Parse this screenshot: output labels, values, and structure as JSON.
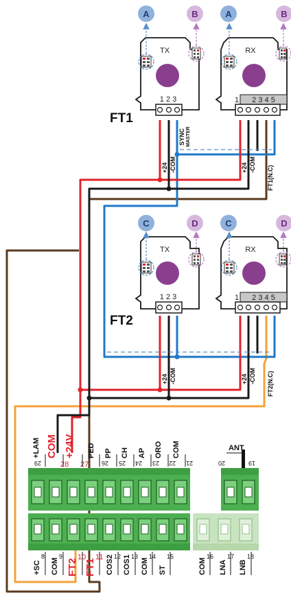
{
  "photocells": {
    "ft1": {
      "name": "FT1",
      "tx": {
        "label": "TX",
        "terminals": "1 2 3",
        "jumper_left": "A",
        "jumper_right": "B"
      },
      "rx": {
        "label": "RX",
        "terminals_lead": "1",
        "terminals_rest": "2 3 4 5",
        "jumper_left": "A",
        "jumper_right": "B"
      },
      "sync_label": "SYNC",
      "master_label": "MASTER",
      "tx_wire_labels": [
        "+24",
        "-COM"
      ],
      "rx_wire_labels": [
        "+24",
        "-COM",
        "FT1(N.C)"
      ]
    },
    "ft2": {
      "name": "FT2",
      "tx": {
        "label": "TX",
        "terminals": "1 2 3",
        "jumper_left": "C",
        "jumper_right": "D"
      },
      "rx": {
        "label": "RX",
        "terminals_lead": "1",
        "terminals_rest": "2 3 4 5",
        "jumper_left": "C",
        "jumper_right": "D"
      },
      "tx_wire_labels": [
        "+24",
        "-COM"
      ],
      "rx_wire_labels": [
        "+24",
        "-COM",
        "FT2(N.C)"
      ]
    }
  },
  "board": {
    "top_terminals": [
      {
        "name": "+LAM",
        "number": "29"
      },
      {
        "name": "COM",
        "number": "28"
      },
      {
        "name": "+24V",
        "number": "27"
      },
      {
        "name": "PED",
        "number": "26"
      },
      {
        "name": "PP",
        "number": "25"
      },
      {
        "name": "CH",
        "number": "24"
      },
      {
        "name": "AP",
        "number": "23"
      },
      {
        "name": "ORO",
        "number": "22"
      },
      {
        "name": "COM",
        "number": "21"
      }
    ],
    "ant": {
      "label": "ANT",
      "numbers": [
        "20",
        "19"
      ]
    },
    "bottom_terminals": [
      {
        "name": "+SC",
        "number": "8"
      },
      {
        "name": "COM",
        "number": "9"
      },
      {
        "name": "FT2",
        "number": "10"
      },
      {
        "name": "FT1",
        "number": "11"
      },
      {
        "name": "COS2",
        "number": "12"
      },
      {
        "name": "COS1",
        "number": "13"
      },
      {
        "name": "COM",
        "number": "14"
      },
      {
        "name": "ST",
        "number": "15"
      },
      {
        "name": "COM",
        "number": "16"
      },
      {
        "name": "LNA",
        "number": "17"
      },
      {
        "name": "LNB",
        "number": "18"
      }
    ]
  },
  "colors": {
    "red": "#e2232a",
    "black": "#1a1a1a",
    "blue": "#1e78c8",
    "brown": "#5a3a1e",
    "orange": "#f4a13a",
    "green": "#4caf50",
    "green_dark": "#2e7d32",
    "green_light": "#c8e3c0",
    "jumper_blue": "#5a8fcb",
    "jumper_purple": "#b07bc0",
    "lens": "#8a3f8e"
  }
}
